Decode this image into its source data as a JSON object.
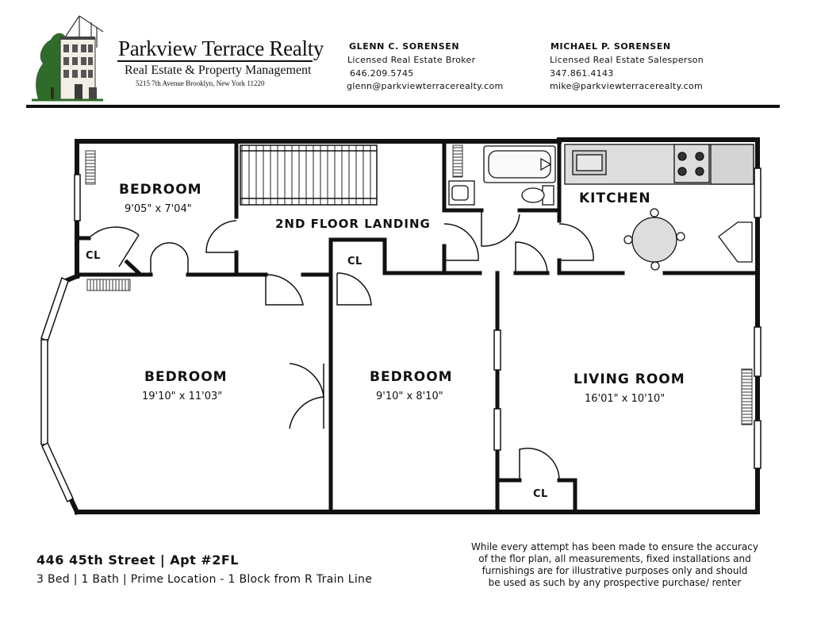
{
  "brand": {
    "name": "Parkview Terrace Realty",
    "tagline": "Real Estate & Property Management",
    "address": "5215 7th Avenue Brooklyn, New York 11220"
  },
  "agents": [
    {
      "name": "GLENN C. SORENSEN",
      "title": "Licensed Real Estate Broker",
      "phone": "646.209.5745",
      "email": "glenn@parkviewterracerealty.com"
    },
    {
      "name": "MICHAEL P. SORENSEN",
      "title": "Licensed Real Estate Salesperson",
      "phone": "347.861.4143",
      "email": "mike@parkviewterracerealty.com"
    }
  ],
  "rooms": {
    "bedroom_small": {
      "label": "BEDROOM",
      "dims": "9'05\" x 7'04\""
    },
    "landing": {
      "label": "2ND FLOOR LANDING"
    },
    "kitchen": {
      "label": "KITCHEN"
    },
    "bedroom_large": {
      "label": "BEDROOM",
      "dims": "19'10\" x 11'03\""
    },
    "bedroom_middle": {
      "label": "BEDROOM",
      "dims": "9'10\" x 8'10\""
    },
    "living_room": {
      "label": "LIVING ROOM",
      "dims": "16'01\" x 10'10\""
    },
    "closets": [
      "CL",
      "CL",
      "CL"
    ]
  },
  "listing": {
    "title": "446 45th Street | Apt #2FL",
    "subtitle": "3 Bed | 1 Bath | Prime Location - 1 Block from R Train Line"
  },
  "disclaimer": [
    "While every attempt has been made to ensure the accuracy",
    "of the flor plan, all measurements, fixed installations and",
    "furnishings are for illustrative purposes only and should",
    "be used as such by any prospective purchase/ renter"
  ],
  "colors": {
    "wall": "#111111",
    "counter": "#dddddd",
    "tree": "#2f6b2a"
  }
}
